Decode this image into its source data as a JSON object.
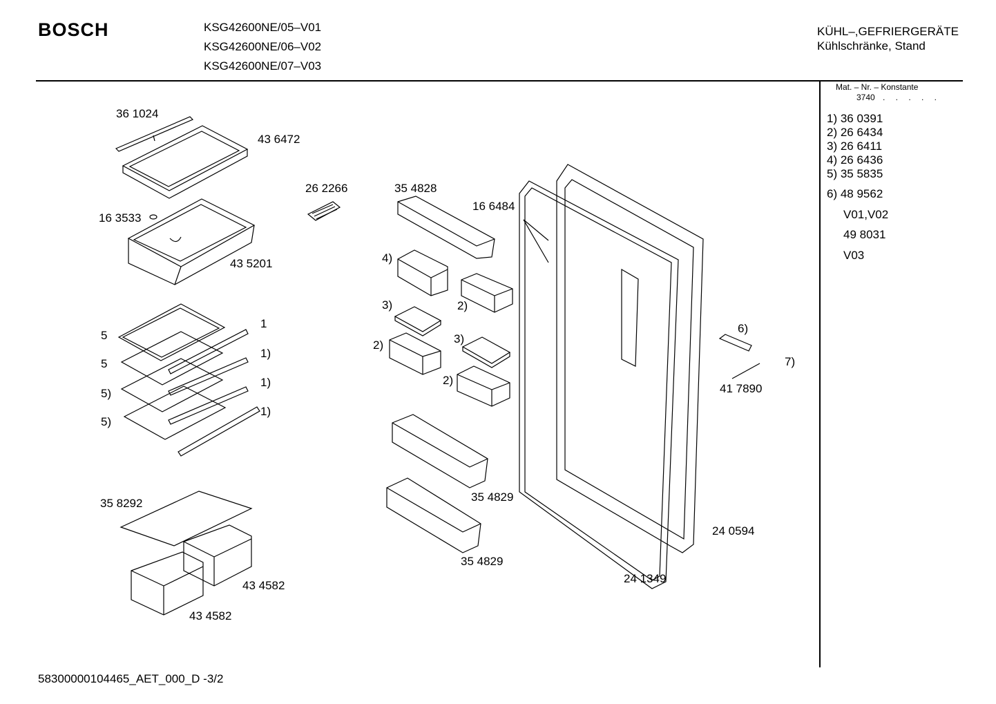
{
  "header": {
    "brand": "BOSCH",
    "models": [
      "KSG42600NE/05–V01",
      "KSG42600NE/06–V02",
      "KSG42600NE/07–V03"
    ],
    "category": "KÜHL–,GEFRIERGERÄTE",
    "subcategory": "Kühlschränke, Stand"
  },
  "side_panel": {
    "mat_title": "Mat. – Nr. – Konstante",
    "mat_value": "3740",
    "mat_dots": ". . . . .",
    "items": [
      "1) 36 0391",
      "2) 26 6434",
      "3) 26 6411",
      "4) 26 6436",
      "5) 35 5835",
      "6) 48 9562",
      "V01,V02",
      "49 8031",
      "V03"
    ]
  },
  "labels": {
    "p361024": "36 1024",
    "p436472": "43 6472",
    "p163533": "16 3533",
    "p435201": "43 5201",
    "p262266": "26 2266",
    "p354828": "35 4828",
    "p166484": "16 6484",
    "n4": "4)",
    "n3a": "3)",
    "n2a": "2)",
    "n2b": "2)",
    "n3b": "3)",
    "n2c": "2)",
    "s1": "1",
    "s1b": "1)",
    "s1c": "1)",
    "s1d": "1)",
    "s5": "5",
    "s5b": "5",
    "s5c": "5)",
    "s5d": "5)",
    "p358292": "35 8292",
    "p434582a": "43 4582",
    "p434582b": "43 4582",
    "p354829a": "35 4829",
    "p354829b": "35 4829",
    "p241349": "24 1349",
    "p240594": "24 0594",
    "p417890": "41 7890",
    "n6": "6)",
    "n7": "7)"
  },
  "footer": "58300000104465_AET_000_D -3/2"
}
